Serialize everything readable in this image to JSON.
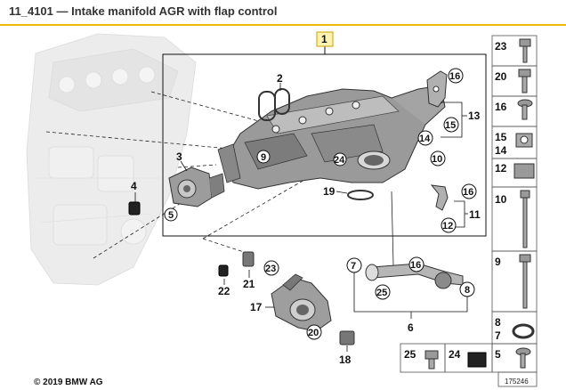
{
  "title": "11_4101 — Intake manifold AGR with flap control",
  "callouts": {
    "c1": "1",
    "c2": "2",
    "c3": "3",
    "c4": "4",
    "c5": "5",
    "c6": "6",
    "c7": "7",
    "c8": "8",
    "c9": "9",
    "c10": "10",
    "c11": "11",
    "c12": "12",
    "c13": "13",
    "c14": "14",
    "c15": "15",
    "c16": "16",
    "c17": "17",
    "c18": "18",
    "c19": "19",
    "c20": "20",
    "c21": "21",
    "c22": "22",
    "c23": "23",
    "c24": "24",
    "c25": "25"
  },
  "sidebar_parts": [
    "23",
    "20",
    "16",
    "15",
    "14",
    "12",
    "10",
    "9",
    "8",
    "7",
    "5"
  ],
  "bottom_parts": [
    "25",
    "24"
  ],
  "copyright": "© 2019 BMW AG",
  "image_number": "175246",
  "colors": {
    "accent": "#f2b705",
    "line": "#222222",
    "part_gray": "#8a8a8a"
  }
}
